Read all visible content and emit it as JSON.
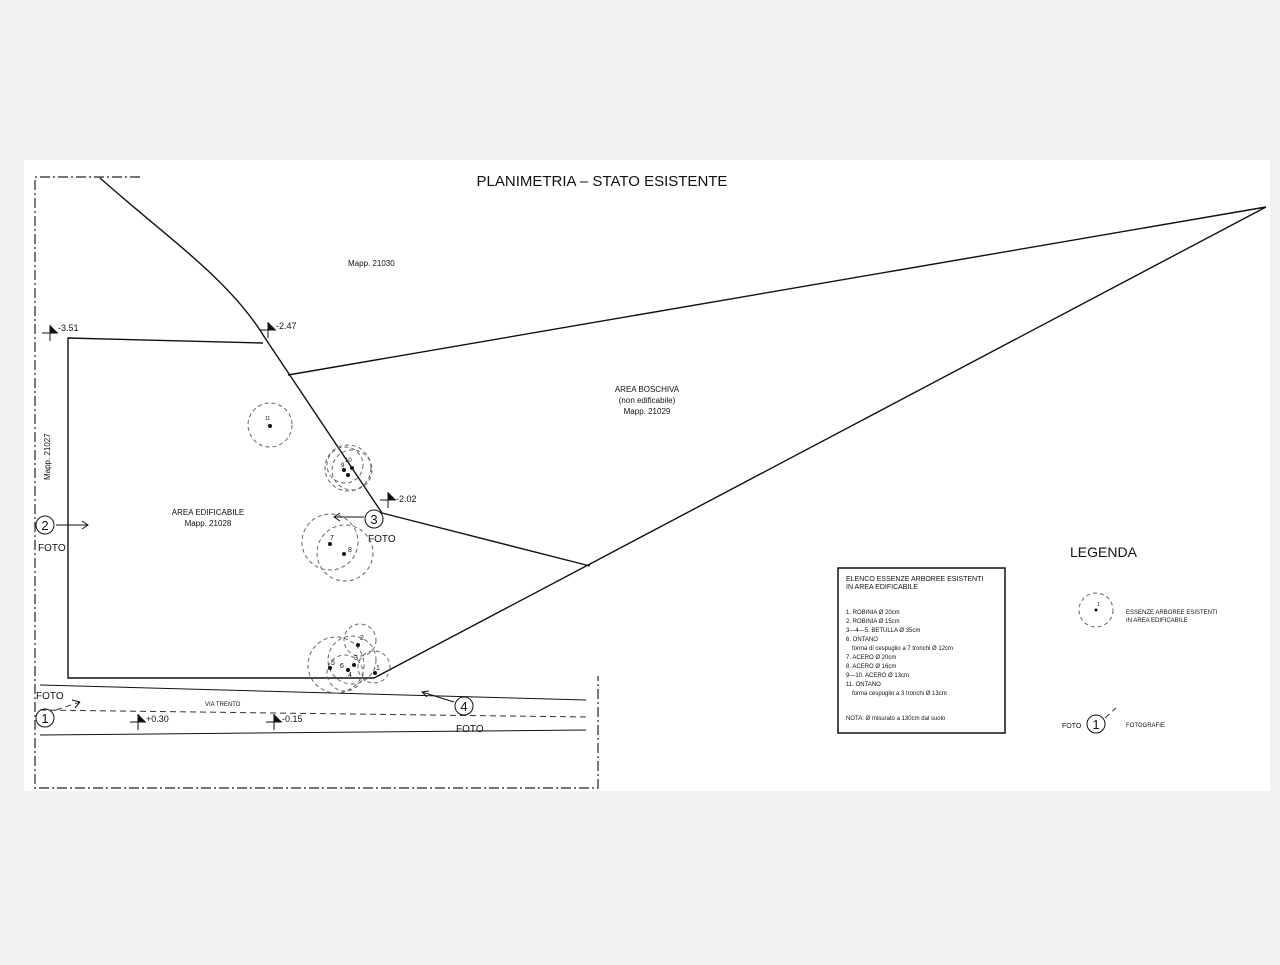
{
  "title": "PLANIMETRIA – STATO ESISTENTE",
  "parcels": {
    "top": "Mapp. 21030",
    "left_vertical": "Mapp. 21027"
  },
  "areas": {
    "edificabile": {
      "line1": "AREA EDIFICABILE",
      "line2": "Mapp. 21028"
    },
    "boschiva": {
      "line1": "AREA BOSCHIVA",
      "line2": "(non edificabile)",
      "line3": "Mapp. 21029"
    }
  },
  "road_label": "VIA TRENTO",
  "elevations": {
    "e1": "-3.51",
    "e2": "-2.47",
    "e3": "-2.02",
    "e4": "+0.30",
    "e5": "-0.15"
  },
  "photos": {
    "p1": {
      "num": "1",
      "label": "FOTO"
    },
    "p2": {
      "num": "2",
      "label": "FOTO"
    },
    "p3": {
      "num": "3",
      "label": "FOTO"
    },
    "p4": {
      "num": "4",
      "label": "FOTO"
    }
  },
  "trees": {
    "t1": "1",
    "t2": "2",
    "t3": "3",
    "t4": "4",
    "t5": "5",
    "t6": "6",
    "t7": "7",
    "t8": "8",
    "t9": "9",
    "t10": "10",
    "t11": "11"
  },
  "species_list": {
    "header1": "ELENCO ESSENZE ARBOREE ESISTENTI",
    "header2": "IN AREA EDIFICABILE",
    "items": [
      "1. ROBINIA Ø 20cm",
      "2. ROBINIA Ø 15cm",
      "3—4—5. BETULLA Ø 35cm",
      "6. ONTANO",
      "forma di cespuglio a 7 tronchi Ø 12cm",
      "7. ACERO Ø 20cm",
      "8. ACERO Ø 16cm",
      "9—10. ACERO Ø 13cm",
      "11. ONTANO",
      "forma cespuglio a 3 tronchi Ø 13cm"
    ],
    "note": "NOTA: Ø misurato a 130cm dal suolo"
  },
  "legend": {
    "title": "LEGENDA",
    "tree_symbol_num": "1",
    "tree_text1": "ESSENZE ARBOREE ESISTENTI",
    "tree_text2": "IN AREA EDIFICABILE",
    "photo_label": "FOTO",
    "photo_num": "1",
    "photo_text": "FOTOGRAFIE"
  }
}
